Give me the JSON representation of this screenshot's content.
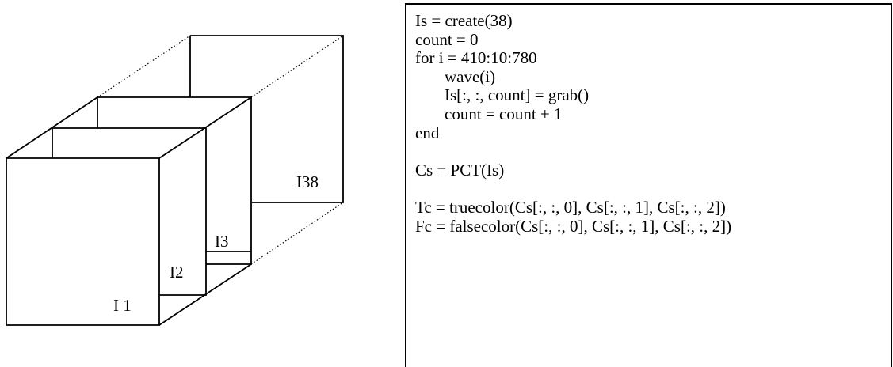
{
  "diagram": {
    "labels": {
      "frame_1": "I 1",
      "frame_2": "I2",
      "frame_3": "I3",
      "frame_38": "I38"
    }
  },
  "code": {
    "lines": [
      {
        "text": "Is = create(38)",
        "indent": false
      },
      {
        "text": "count = 0",
        "indent": false
      },
      {
        "text": "for i = 410:10:780",
        "indent": false
      },
      {
        "text": "wave(i)",
        "indent": true
      },
      {
        "text": "Is[:, :, count] = grab()",
        "indent": true
      },
      {
        "text": "count = count + 1",
        "indent": true
      },
      {
        "text": "end",
        "indent": false
      },
      {
        "text": "",
        "indent": false
      },
      {
        "text": "Cs = PCT(Is)",
        "indent": false
      },
      {
        "text": "",
        "indent": false
      },
      {
        "text": "Tc = truecolor(Cs[:, :, 0], Cs[:, :, 1], Cs[:, :, 2])",
        "indent": false
      },
      {
        "text": "Fc = falsecolor(Cs[:, :, 0], Cs[:, :, 1], Cs[:, :, 2])",
        "indent": false
      }
    ]
  }
}
